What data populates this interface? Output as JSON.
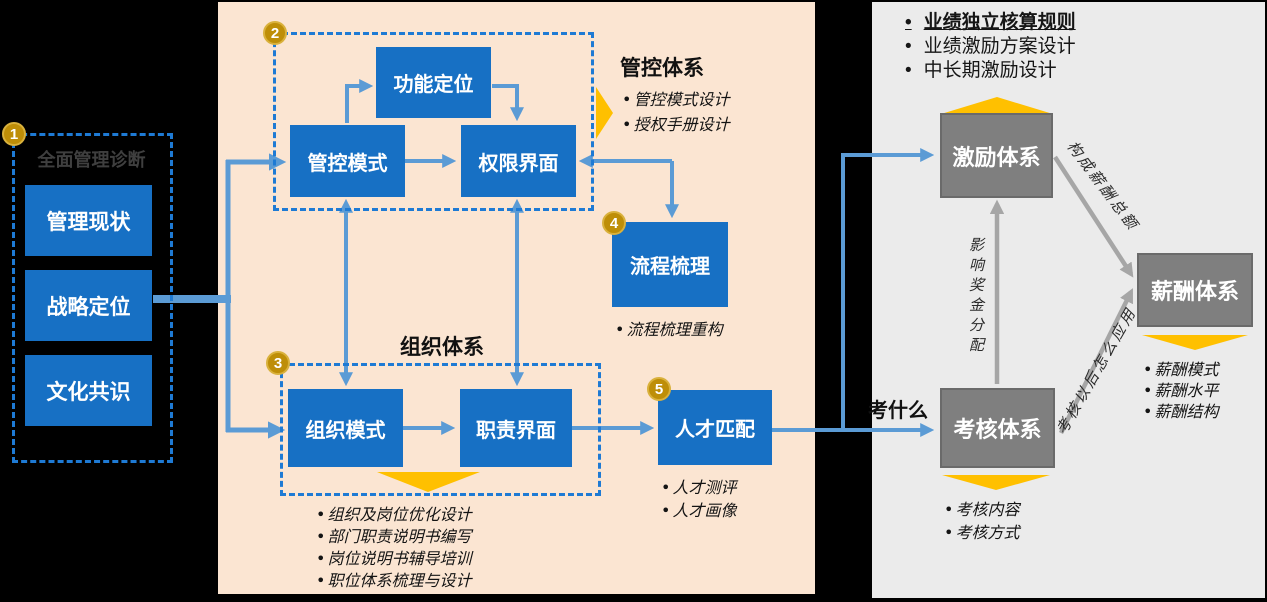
{
  "colors": {
    "background": "#000000",
    "middle_panel_bg": "#FBE5D2",
    "right_panel_bg": "#EBEBEB",
    "blue_box": "#1770C4",
    "gray_box": "#7F7F7F",
    "connector_blue": "#5B9BD5",
    "connector_gray": "#A6A6A6",
    "dashed_border": "#1E7AD4",
    "badge_gold": "#BE8E08",
    "accent_yellow": "#FFC000"
  },
  "left_panel": {
    "badge": "1",
    "title": "全面管理诊断",
    "boxes": [
      "管理现状",
      "战略定位",
      "文化共识"
    ]
  },
  "middle_panel": {
    "control_group": {
      "badge": "2",
      "box_top": "功能定位",
      "box_left": "管控模式",
      "box_right": "权限界面"
    },
    "control_system": {
      "title": "管控体系",
      "bullets": [
        "管控模式设计",
        "授权手册设计"
      ]
    },
    "process": {
      "badge": "4",
      "box": "流程梳理",
      "bullets": [
        "流程梳理重构"
      ]
    },
    "org_group": {
      "badge": "3",
      "title": "组织体系",
      "box_left": "组织模式",
      "box_right": "职责界面",
      "bullets": [
        "组织及岗位优化设计",
        "部门职责说明书编写",
        "岗位说明书辅导培训",
        "职位体系梳理与设计"
      ]
    },
    "talent": {
      "badge": "5",
      "box": "人才匹配",
      "bullets": [
        "人才测评",
        "人才画像"
      ]
    }
  },
  "right_panel": {
    "top_bullets": [
      "业绩独立核算规则",
      "业绩激励方案设计",
      "中长期激励设计"
    ],
    "boxes": {
      "incentive": "激励体系",
      "compensation": "薪酬体系",
      "assessment": "考核体系"
    },
    "labels": {
      "what_to_assess": "考什么",
      "compose_total": "构成薪酬总额",
      "affect_bonus": "影响奖金分配",
      "how_to_apply": "考核以后怎么应用"
    },
    "compensation_bullets": [
      "薪酬模式",
      "薪酬水平",
      "薪酬结构"
    ],
    "assessment_bullets": [
      "考核内容",
      "考核方式"
    ]
  }
}
